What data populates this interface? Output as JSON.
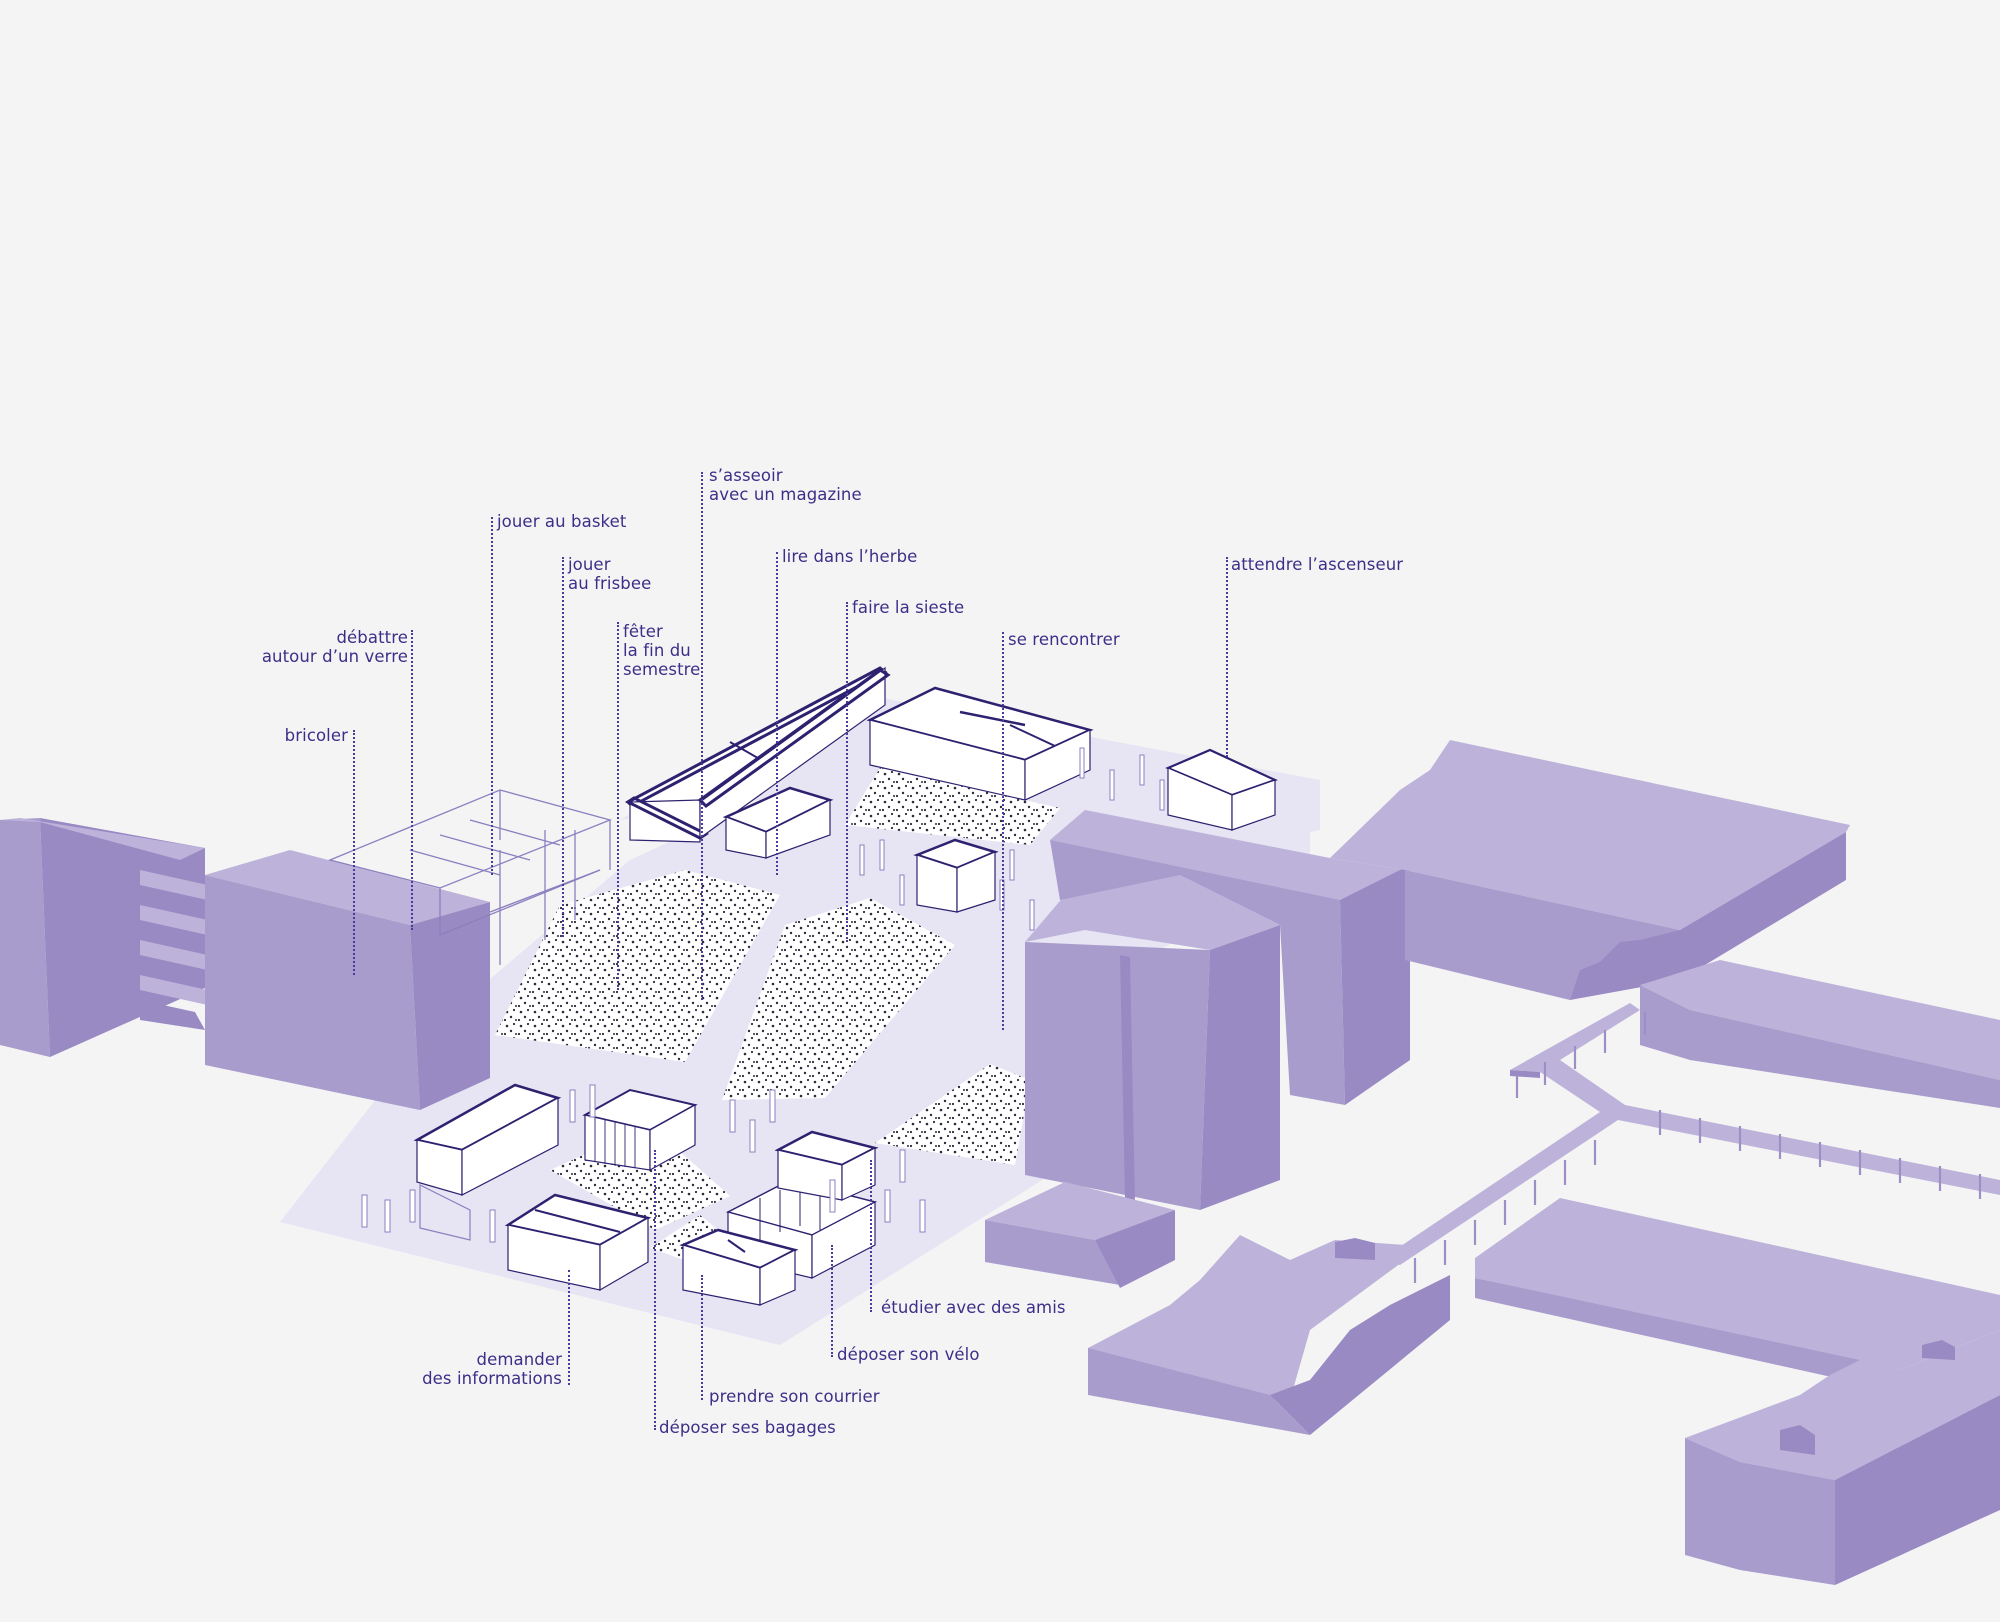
{
  "labels": {
    "jouer_basket": "jouer au basket",
    "sasseoir": "s’asseoir\navec un magazine",
    "jouer_frisbee": "jouer\nau frisbee",
    "lire_herbe": "lire dans l’herbe",
    "attendre_ascenseur": "attendre l’ascenseur",
    "faire_sieste": "faire la sieste",
    "debattre": "débattre\nautour d’un verre",
    "feter": "fêter\nla fin du\nsemestre",
    "se_rencontrer": "se rencontrer",
    "bricoler": "bricoler",
    "etudier": "étudier avec des amis",
    "deposer_velo": "déposer son vélo",
    "demander": "demander\ndes informations",
    "prendre_courrier": "prendre son courrier",
    "deposer_bagages": "déposer ses bagages"
  },
  "colors": {
    "background": "#f4f4f4",
    "building_top": "#bdb3da",
    "building_left": "#a89ccd",
    "building_right": "#998ac3",
    "plaza": "#e7e4f3",
    "outline": "#2e2170",
    "label": "#3d2f88"
  }
}
